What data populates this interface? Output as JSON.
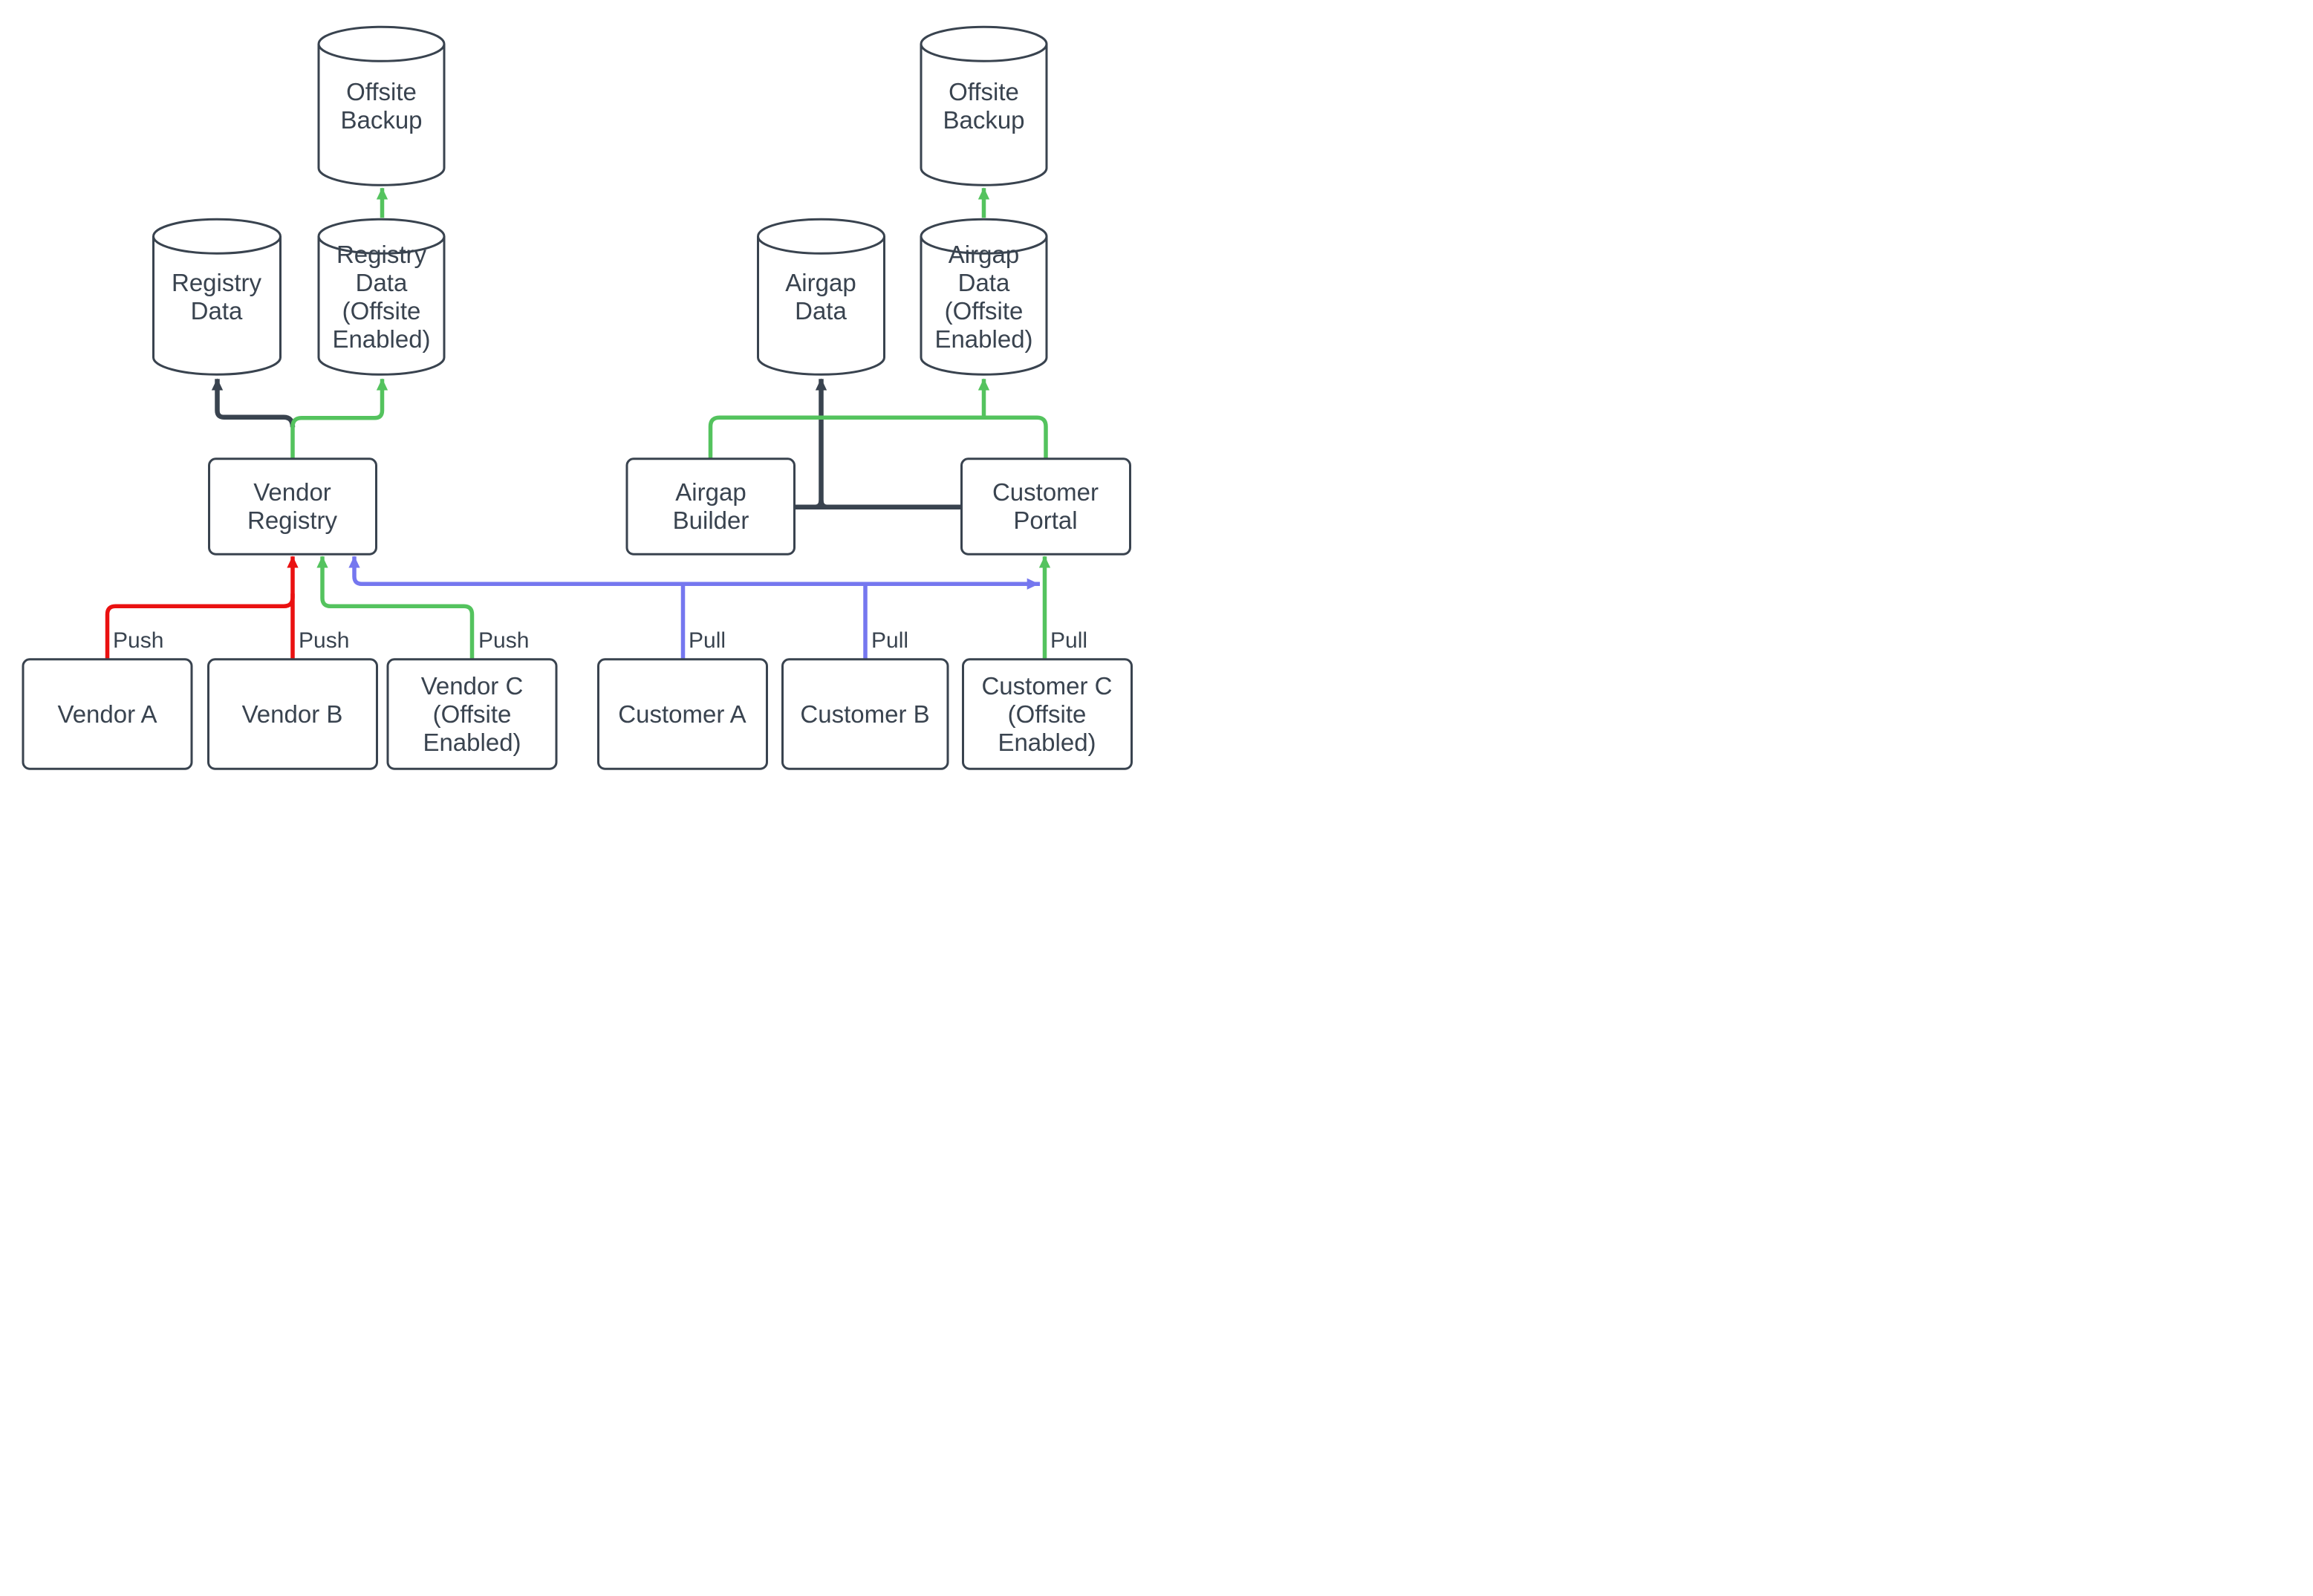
{
  "colors": {
    "dark": "#39434F",
    "red": "#EA1111",
    "green": "#54C35E",
    "blue": "#7577EF",
    "text": "#39434F"
  },
  "nodes": {
    "offsite_backup_left": "Offsite\nBackup",
    "offsite_backup_right": "Offsite\nBackup",
    "registry_data": "Registry\nData",
    "registry_data_offsite": "Registry\nData\n(Offsite\nEnabled)",
    "airgap_data": "Airgap\nData",
    "airgap_data_offsite": "Airgap\nData\n(Offsite\nEnabled)",
    "vendor_registry": "Vendor\nRegistry",
    "airgap_builder": "Airgap\nBuilder",
    "customer_portal": "Customer\nPortal",
    "vendor_a": "Vendor A",
    "vendor_b": "Vendor B",
    "vendor_c": "Vendor C\n(Offsite\nEnabled)",
    "customer_a": "Customer A",
    "customer_b": "Customer B",
    "customer_c": "Customer C\n(Offsite\nEnabled)"
  },
  "edge_labels": {
    "push_a": "Push",
    "push_b": "Push",
    "push_c": "Push",
    "pull_a": "Pull",
    "pull_b": "Pull",
    "pull_c": "Pull"
  }
}
